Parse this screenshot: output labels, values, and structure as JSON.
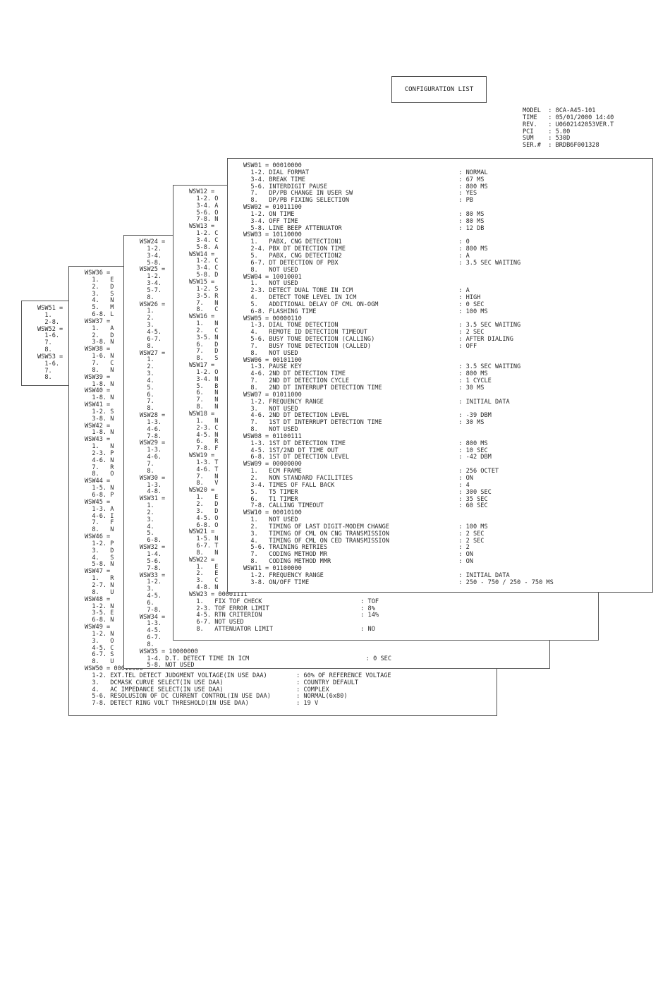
{
  "title": "CONFIGURATION LIST",
  "header": [
    "MODEL  : 8CA-A45-101",
    "TIME   : 05/01/2000 14:40",
    "REV.   : U0602142053VER.T",
    "PCI    : 5.00",
    "SUM    : 530D",
    "SER.#  : BRDB6F001328"
  ],
  "sheet1": [
    "WSW01 = 00010000",
    "  1-2. DIAL FORMAT                                         : NORMAL",
    "  3-4. BREAK TIME                                          : 67 MS",
    "  5-6. INTERDIGIT PAUSE                                    : 800 MS",
    "  7.   DP/PB CHANGE IN USER SW                             : YES",
    "  8.   DP/PB FIXING SELECTION                              : PB",
    "WSW02 = 01011100",
    "  1-2. ON TIME                                             : 80 MS",
    "  3-4. OFF TIME                                            : 80 MS",
    "  5-8. LINE BEEP ATTENUATOR                                : 12 DB",
    "WSW03 = 10110000",
    "  1.   PABX, CNG DETECTION1                                : 0",
    "  2-4. PBX DT DETECTION TIME                               : 800 MS",
    "  5.   PABX, CNG DETECTION2                                : A",
    "  6-7. DT DETECTION OF PBX                                 : 3.5 SEC WAITING",
    "  8.   NOT USED",
    "WSW04 = 10010001",
    "  1.   NOT USED",
    "  2-3. DETECT DUAL TONE IN ICM                             : A",
    "  4.   DETECT TONE LEVEL IN ICM                            : HIGH",
    "  5.   ADDITIONAL DELAY OF CML ON-OGM                      : 0 SEC",
    "  6-8. FLASHING TIME                                       : 100 MS",
    "WSW05 = 00000110",
    "  1-3. DIAL TONE DETECTION                                 : 3.5 SEC WAITING",
    "  4.   REMOTE ID DETECTION TIMEOUT                         : 2 SEC",
    "  5-6. BUSY TONE DETECTION (CALLING)                       : AFTER DIALING",
    "  7.   BUSY TONE DETECTION (CALLED)                        : OFF",
    "  8.   NOT USED",
    "WSW06 = 00101100",
    "  1-3. PAUSE KEY                                           : 3.5 SEC WAITING",
    "  4-6. 2ND DT DETECTION TIME                               : 800 MS",
    "  7.   2ND DT DETECTION CYCLE                              : 1 CYCLE",
    "  8.   2ND DT INTERRUPT DETECTION TIME                     : 30 MS",
    "WSW07 = 01011000",
    "  1-2. FREQUENCY RANGE                                     : INITIAL DATA",
    "  3.   NOT USED",
    "  4-6. 2ND DT DETECTION LEVEL                              : -39 DBM",
    "  7.   1ST DT INTERRUPT DETECTION TIME                     : 30 MS",
    "  8.   NOT USED",
    "WSW08 = 01100111",
    "  1-3. 1ST DT DETECTION TIME                               : 800 MS",
    "  4-5. 1ST/2ND DT TIME OUT                                 : 10 SEC",
    "  6-8. 1ST DT DETECTION LEVEL                              : -42 DBM",
    "WSW09 = 00000000",
    "  1.   ECM FRAME                                           : 256 OCTET",
    "  2.   NON STANDARD FACILITIES                             : ON",
    "  3-4. TIMES OF FALL BACK                                  : 4",
    "  5.   T5 TIMER                                            : 300 SEC",
    "  6.   T1 TIMER                                            : 35 SEC",
    "  7-8. CALLING TIMEOUT                                     : 60 SEC",
    "WSW10 = 00010100",
    "  1.   NOT USED",
    "  2.   TIMING OF LAST DIGIT-MODEM CHANGE                   : 100 MS",
    "  3.   TIMING OF CML ON CNG TRANSMISSION                   : 2 SEC",
    "  4.   TIMING OF CML ON CED TRANSMISSION                   : 2 SEC",
    "  5-6. TRAINING RETRIES                                    : 2",
    "  7.   CODING METHOD MR                                    : ON",
    "  8.   CODING METHOD MMR                                   : ON",
    "WSW11 = 01100000",
    "  1-2. FREQUENCY RANGE                                     : INITIAL DATA",
    "  3-8. ON/OFF TIME                                         : 250 - 750 / 250 - 750 MS"
  ],
  "sheet2": [
    "WSW12 =",
    "  1-2. O",
    "  3-4. A",
    "  5-6. O",
    "  7-8. N",
    "WSW13 =",
    "  1-2. C",
    "  3-4. C",
    "  5-8. A",
    "WSW14 =",
    "  1-2. C",
    "  3-4. C",
    "  5-8. D",
    "WSW15 =",
    "  1-2. S",
    "  3-5. R",
    "  7.   N",
    "  8.   C",
    "WSW16 =",
    "  1.   N",
    "  2.   C",
    "  3-5. N",
    "  6.   D",
    "  7.   D",
    "  8.   S",
    "WSW17 =",
    "  1-2. O",
    "  3-4. N",
    "  5.   B",
    "  6.   N",
    "  7.   N",
    "  8.   N",
    "WSW18 =",
    "  1.   N",
    "  2-3. C",
    "  4-5. N",
    "  6.   R",
    "  7-8. F",
    "WSW19 =",
    "  1-3. T",
    "  4-6. T",
    "  7.   N",
    "  8.   V",
    "WSW20 =",
    "  1.   E",
    "  2.   D",
    "  3.   D",
    "  4-5. O",
    "  6-8. O",
    "WSW21 =",
    "  1-5. N",
    "  6-7. T",
    "  8.   N",
    "WSW22 =",
    "  1.   E",
    "  2.   E",
    "  3.   C",
    "  4-8. N",
    "WSW23 = 00001111",
    "  1.   FIX TOF CHECK                           : TOF",
    "  2-3. TOF ERROR LIMIT                         : 8%",
    "  4-5. RTN CRITERION                           : 14%",
    "  6-7. NOT USED",
    "  8.   ATTENUATOR LIMIT                        : NO"
  ],
  "sheet3": [
    "WSW24 =",
    "  1-2.",
    "  3-4.",
    "  5-8.",
    "WSW25 =",
    "  1-2.",
    "  3-4.",
    "  5-7.",
    "  8.",
    "WSW26 =",
    "  1.",
    "  2.",
    "  3.",
    "  4-5.",
    "  6-7.",
    "  8.",
    "WSW27 =",
    "  1.",
    "  2.",
    "  3.",
    "  4.",
    "  5.",
    "  6.",
    "  7.",
    "  8.",
    "WSW28 =",
    "  1-3.",
    "  4-6.",
    "  7-8.",
    "WSW29 =",
    "  1-3.",
    "  4-6.",
    "  7.",
    "  8.",
    "WSW30 =",
    "  1-3.",
    "  4-8.",
    "WSW31 =",
    "  1.",
    "  2.",
    "  3.",
    "  4.",
    "  5.",
    "  6-8.",
    "WSW32 =",
    "  1-4.",
    "  5-6.",
    "  7-8.",
    "WSW33 =",
    "  1-2.",
    "  3.",
    "  4-5.",
    "  6.",
    "  7-8.",
    "WSW34 =",
    "  1-3.",
    "  4-5.",
    "  6-7.",
    "  8.",
    "WSW35 = 10000000",
    "  1-4. D.T. DETECT TIME IN ICM                                : 0 SEC",
    "  5-8. NOT USED"
  ],
  "sheet4": [
    "WSW36 =",
    "  1.   E",
    "  2.   D",
    "  3.   S",
    "  4.   N",
    "  5.   M",
    "  6-8. L",
    "WSW37 =",
    "  1.   A",
    "  2.   D",
    "  3-8. N",
    "WSW38 =",
    "  1-6. N",
    "  7.   C",
    "  8.   N",
    "WSW39 =",
    "  1-8. N",
    "WSW40 =",
    "  1-8. N",
    "WSW41 =",
    "  1-2. S",
    "  3-8. N",
    "WSW42 =",
    "  1-8. N",
    "WSW43 =",
    "  1.   N",
    "  2-3. P",
    "  4-6. N",
    "  7.   R",
    "  8.   O",
    "WSW44 =",
    "  1-5. N",
    "  6-8. P",
    "WSW45 =",
    "  1-3. A",
    "  4-6. I",
    "  7.   F",
    "  8.   N",
    "WSW46 =",
    "  1-2. P",
    "  3.   D",
    "  4.   S",
    "  5-8. N",
    "WSW47 =",
    "  1.   R",
    "  2-7. N",
    "  8.   U",
    "WSW48 =",
    "  1-2. N",
    "  3-5. E",
    "  6-8. N",
    "WSW49 =",
    "  1-2. N",
    "  3.   O",
    "  4-5. C",
    "  6-7. S",
    "  8.   U",
    "WSW50 = 00010000",
    "  1-2. EXT.TEL DETECT JUDGMENT VOLTAGE(IN USE DAA)        : 60% OF REFERENCE VOLTAGE",
    "  3.   DCMASK CURVE SELECT(IN USE DAA)                    : COUNTRY DEFAULT",
    "  4.   AC IMPEDANCE SELECT(IN USE DAA)                    : COMPLEX",
    "  5-6. RESOLUSION OF DC CURRENT CONTROL(IN USE DAA)       : NORMAL(6x80)",
    "  7-8. DETECT RING VOLT THRESHOLD(IN USE DAA)             : 19 V"
  ],
  "sheet5": [
    "WSW51 =",
    "  1.",
    "  2-8.",
    "WSW52 =",
    "  1-6.",
    "  7.",
    "  8.",
    "WSW53 =",
    "  1-6.",
    "  7.",
    "  8."
  ]
}
